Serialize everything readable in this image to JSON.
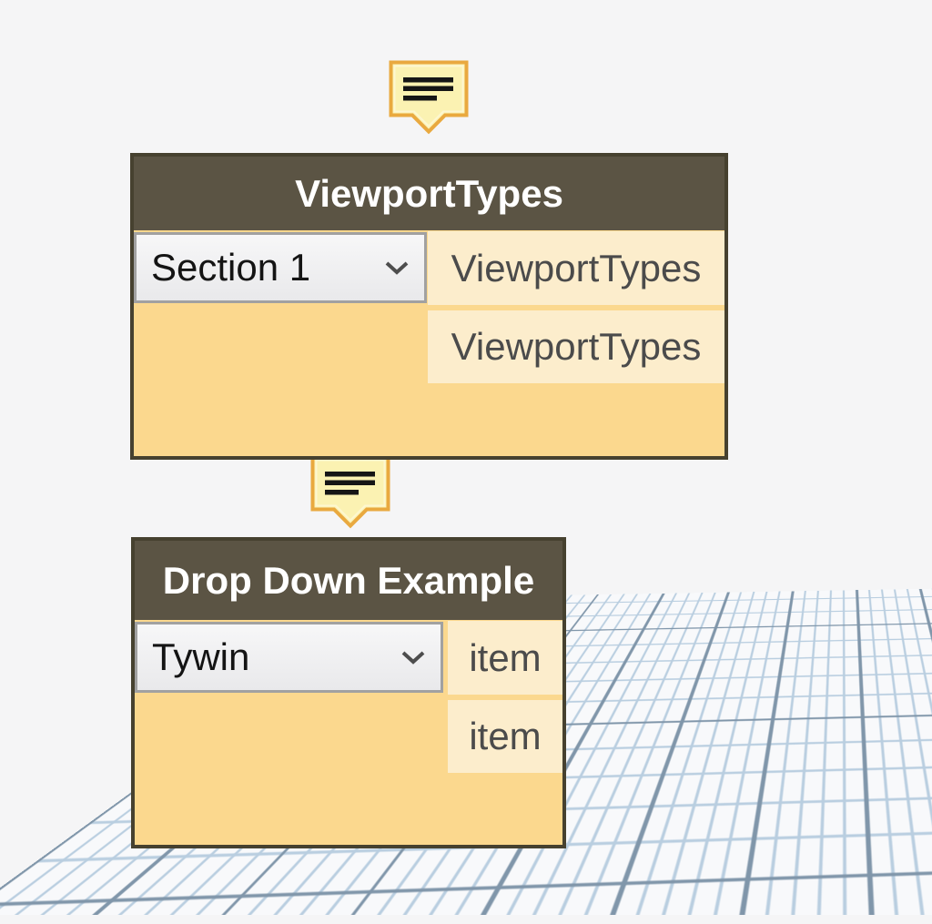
{
  "colors": {
    "canvas_bg": "#f5f5f6",
    "node_border": "#46412f",
    "node_header_bg": "#5b5444",
    "node_header_text": "#ffffff",
    "node_body": "#fbd88e",
    "node_port_bg": "#fcedcc",
    "port_text": "#4b4b4b",
    "dropdown_border": "#a1a1a1",
    "dropdown_bg_top": "#f7f7f8",
    "dropdown_bg_bottom": "#e9e9eb",
    "dropdown_text": "#141414",
    "note_fill": "#fbf2b2",
    "note_border": "#e9a93f",
    "note_line": "#161616",
    "grid_minor": "#b9cee0",
    "grid_major": "#8096aa",
    "chevron": "#4d4d4d"
  },
  "nodes": [
    {
      "title": "ViewportTypes",
      "dropdown_value": "Section 1",
      "outputs": [
        "ViewportTypes",
        "ViewportTypes"
      ]
    },
    {
      "title": "Drop Down Example",
      "dropdown_value": "Tywin",
      "outputs": [
        "item",
        "item"
      ]
    }
  ],
  "icons": {
    "note_above_first_node": "note-icon",
    "note_between_nodes": "note-icon",
    "dropdown_chevron": "chevron-down-icon"
  }
}
